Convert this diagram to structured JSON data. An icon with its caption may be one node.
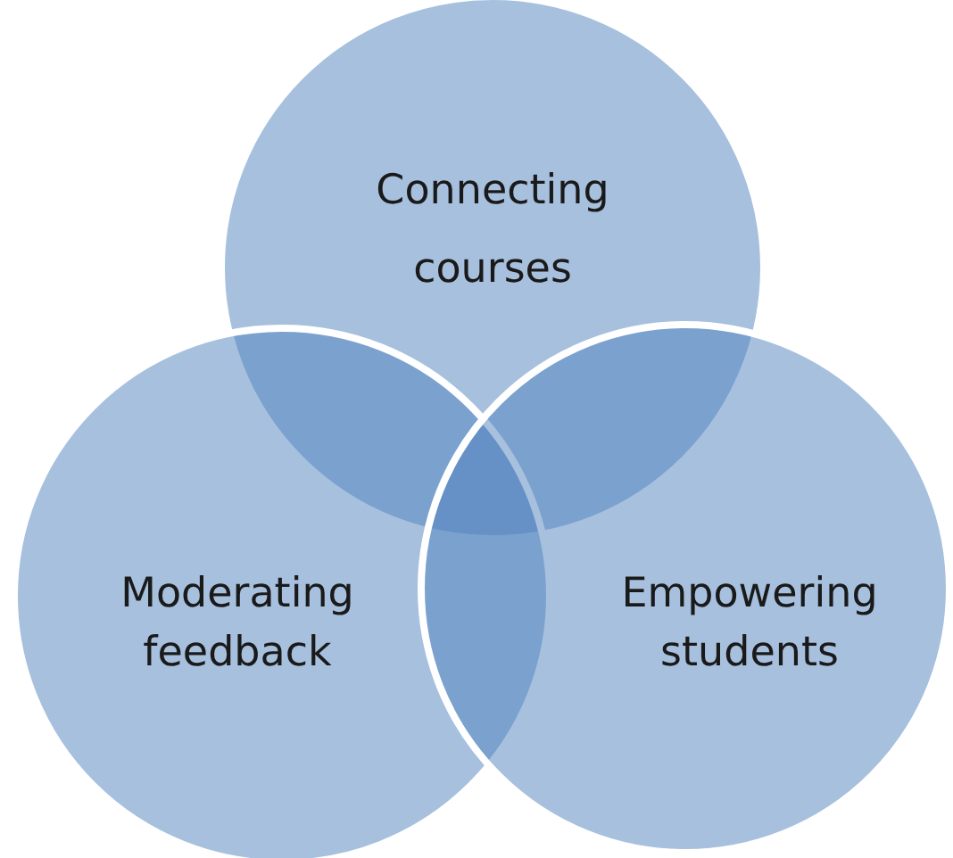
{
  "diagram": {
    "nodes": [
      {
        "text": [
          "Connecting courses"
        ]
      },
      {
        "text": [
          "Moderating feedback"
        ]
      },
      {
        "text": [
          "Empowering students"
        ]
      }
    ]
  }
}
